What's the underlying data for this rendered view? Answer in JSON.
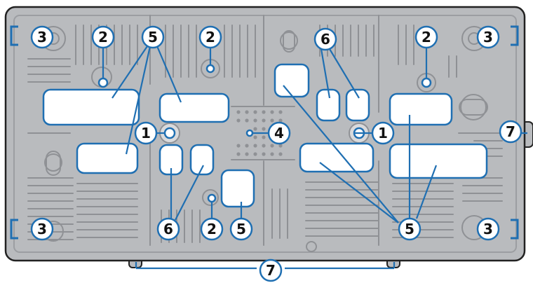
{
  "colors": {
    "plate_fill": "#b9bbbe",
    "plate_stroke": "#222222",
    "groove": "#8f9195",
    "accent": "#1f6fb2",
    "pad_fill": "#ffffff",
    "bubble_fill": "#ffffff"
  },
  "callouts": {
    "one": "1",
    "two": "2",
    "three": "3",
    "four": "4",
    "five": "5",
    "six": "6",
    "seven": "7"
  }
}
